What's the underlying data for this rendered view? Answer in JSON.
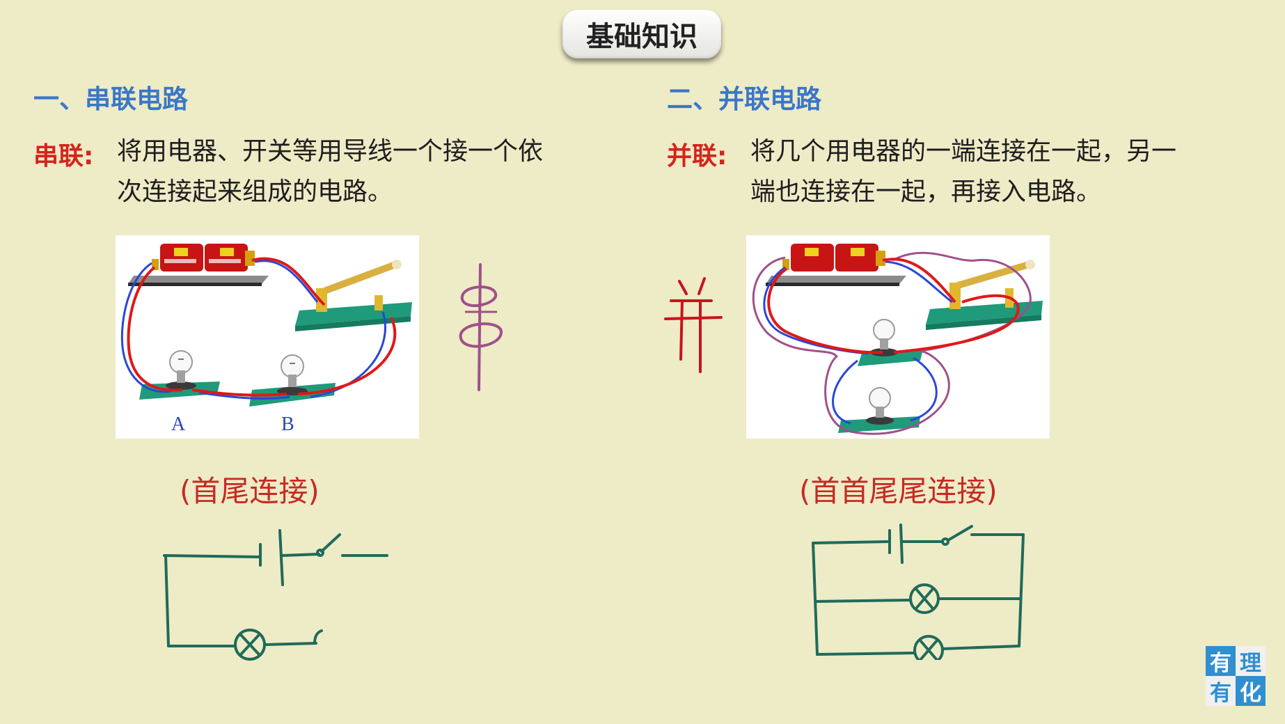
{
  "header": {
    "title": "基础知识"
  },
  "series_section": {
    "heading": "一、串联电路",
    "term": "串联:",
    "definition_line1": "将用电器、开关等用导线一个接一个依",
    "definition_line2": "次连接起来组成的电路。",
    "bulb_label_a": "A",
    "bulb_label_b": "B",
    "caption": "(首尾连接)",
    "handwritten_char": "串"
  },
  "parallel_section": {
    "heading": "二、并联电路",
    "term": "并联:",
    "definition_line1": "将几个用电器的一端连接在一起，另一",
    "definition_line2": "端也连接在一起，再接入电路。",
    "caption": "(首首尾尾连接)",
    "handwritten_char": "并"
  },
  "logo": {
    "chars": [
      "有",
      "理",
      "有",
      "化"
    ]
  },
  "colors": {
    "background": "#eeebc7",
    "heading_blue": "#3a77c8",
    "term_red": "#d4241c",
    "caption_red": "#c62a21",
    "ink_teal": "#1f6b5a",
    "ink_red": "#c8141c",
    "ink_purple": "#a0508a",
    "wire_red": "#e01818",
    "wire_blue": "#2a46d8"
  }
}
